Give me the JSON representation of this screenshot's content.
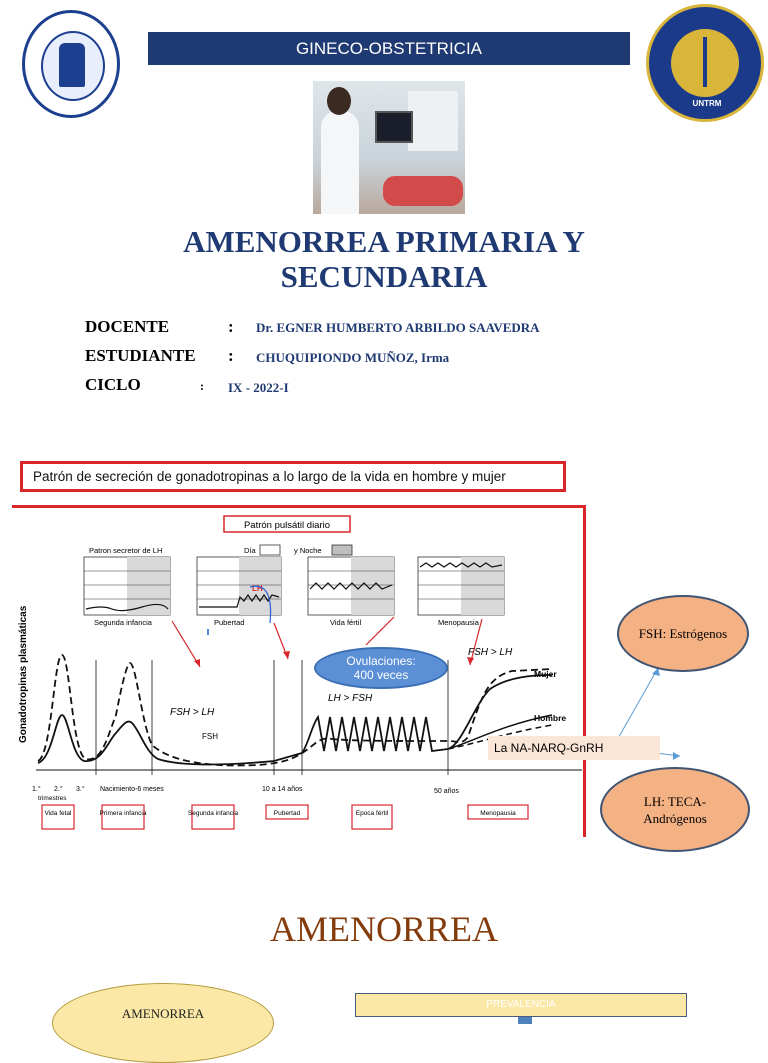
{
  "header": {
    "title": "GINECO-OBSTETRICIA"
  },
  "logo_right": {
    "text": "UNTRM"
  },
  "main_title": "AMENORREA PRIMARIA Y SECUNDARIA",
  "info": [
    {
      "label": "DOCENTE",
      "colon": ":",
      "value": "Dr. EGNER HUMBERTO ARBILDO SAAVEDRA"
    },
    {
      "label": "ESTUDIANTE",
      "colon": ":",
      "value": "CHUQUIPIONDO MUÑOZ, Irma"
    },
    {
      "label": "CICLO",
      "colon": ":",
      "value": "IX - 2022-I"
    }
  ],
  "chart_title": "Patrón de secreción de gonadotropinas a lo largo de la vida en hombre y mujer",
  "figure": {
    "pattern_title": "Patrón pulsátil diario",
    "secretor_label": "Patron secretor de LH",
    "dia_label": "Día",
    "noche_label": "y Noche",
    "panels": [
      "Segunda infancia",
      "Pubertad",
      "Vida fértil",
      "Menopausia"
    ],
    "ylabel": "Gonadotropinas plasmáticas",
    "curve_labels": {
      "fsh_lh_1": "FSH > LH",
      "fsh": "FSH",
      "lh_fsh": "LH > FSH",
      "fsh_lh_2": "FSH > LH",
      "mujer": "Mujer",
      "hombre": "Hombre",
      "lh_panel": "LH"
    },
    "timeline": {
      "t1": "1.°",
      "t2": "2.°",
      "t3": "3.°",
      "trimestres": "trimestres",
      "nacimiento": "Nacimiento-6 meses",
      "pubertad_age": "10 a 14 años",
      "menopausia_age": "50 años"
    },
    "stages": [
      "Vida fetal",
      "Primera infancia",
      "Segunda infancia",
      "Pubertad",
      "Epoca fértil",
      "Menopausia"
    ]
  },
  "callouts": {
    "ovulaciones": "Ovulaciones: 400 veces",
    "fsh": "FSH: Estrógenos",
    "lh": "LH: TECA-Andrógenos",
    "na": "La NA-NARQ-GnRH"
  },
  "section_title": "AMENORREA",
  "bottom": {
    "amenorrea": "AMENORREA",
    "prevalencia": "PREVALENCIA"
  },
  "colors": {
    "navy": "#1f3a73",
    "red": "#d9262b",
    "peach": "#f4b183",
    "sectionBrown": "#843c0c"
  }
}
